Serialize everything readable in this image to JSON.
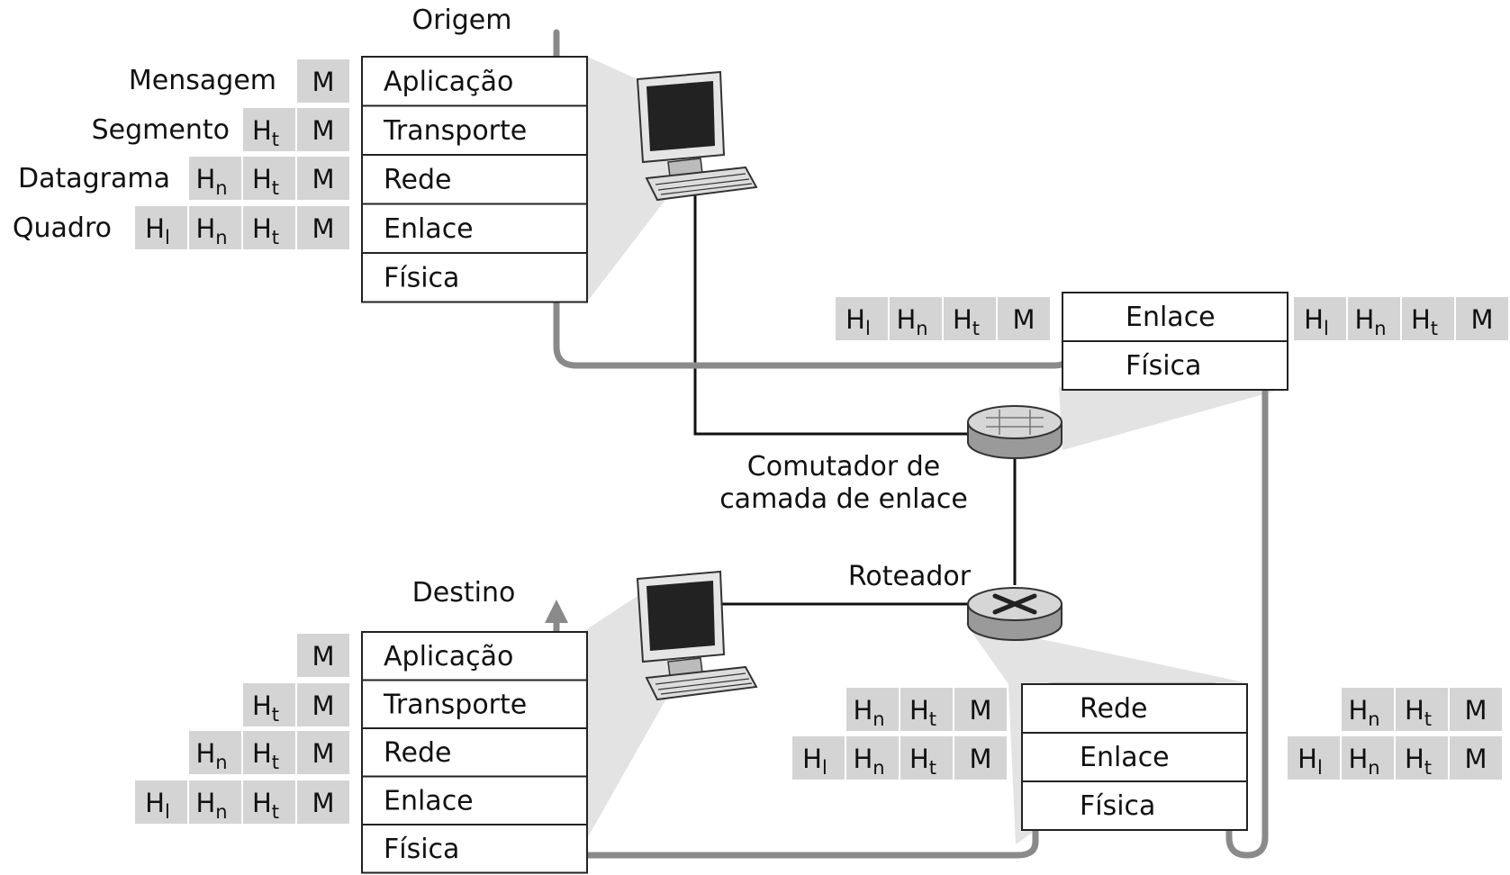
{
  "origin": {
    "title": "Origem",
    "layers": [
      "Aplicação",
      "Transporte",
      "Rede",
      "Enlace",
      "Física"
    ],
    "pdu_labels": [
      "Mensagem",
      "Segmento",
      "Datagrama",
      "Quadro"
    ]
  },
  "destination": {
    "title": "Destino",
    "layers": [
      "Aplicação",
      "Transporte",
      "Rede",
      "Enlace",
      "Física"
    ]
  },
  "switch": {
    "label_line1": "Comutador de",
    "label_line2": "camada de enlace",
    "layers": [
      "Enlace",
      "Física"
    ]
  },
  "router": {
    "label": "Roteador",
    "layers": [
      "Rede",
      "Enlace",
      "Física"
    ]
  },
  "header_tokens": {
    "message": "M",
    "header_letter": "H",
    "transport_sub": "t",
    "network_sub": "n",
    "link_sub": "l"
  },
  "colors": {
    "header_fill": "#d4d4d4",
    "path_stroke": "#8a8a8a",
    "outline": "#222222",
    "cone_fill": "#d9d9d9"
  }
}
